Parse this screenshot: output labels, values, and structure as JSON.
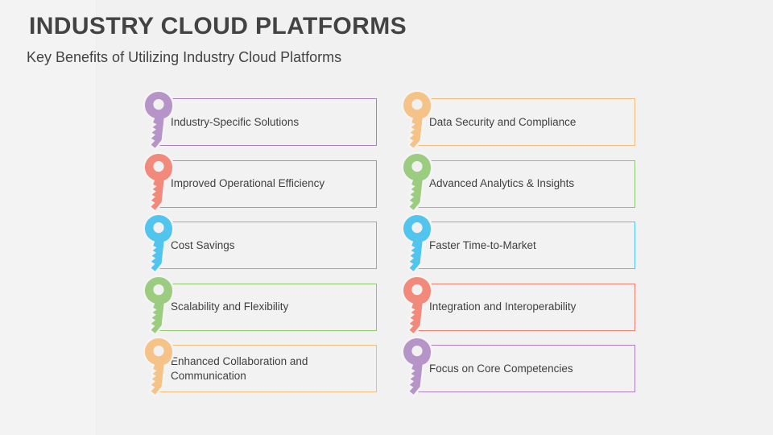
{
  "slide": {
    "title": "INDUSTRY CLOUD PLATFORMS",
    "subtitle": "Key Benefits of Utilizing Industry Cloud Platforms",
    "background_color": "#f1f1f1",
    "title_color": "#434343",
    "subtitle_color": "#434343"
  },
  "palette": {
    "purple": "#b794c8",
    "salmon": "#f18a7a",
    "sky_blue": "#52c5ee",
    "green": "#9ccc7f",
    "orange": "#f5c387",
    "card_fill": "#f2f2f2"
  },
  "benefits": {
    "left_column": [
      {
        "label": "Industry-Specific Solutions",
        "icon": "key-icon",
        "color": "#b794c8",
        "border_color": "#a87fbe"
      },
      {
        "label": "Improved Operational Efficiency",
        "icon": "key-icon",
        "color": "#f18a7a",
        "border_color": "#e8806f"
      },
      {
        "label": "Cost Savings",
        "icon": "key-icon",
        "color": "#52c5ee",
        "border_color": "#4fc3ec"
      },
      {
        "label": "Scalability and Flexibility",
        "icon": "key-icon",
        "color": "#9ccc7f",
        "border_color": "#8fc470"
      },
      {
        "label": "Enhanced Collaboration and Communication",
        "icon": "key-icon",
        "color": "#f5c387",
        "border_color": "#f0bb7c"
      }
    ],
    "right_column": [
      {
        "label": "Data Security and Compliance",
        "icon": "key-icon",
        "color": "#f5c387",
        "border_color": "#f0bb7c"
      },
      {
        "label": "Advanced Analytics & Insights",
        "icon": "key-icon",
        "color": "#9ccc7f",
        "border_color": "#8fc470"
      },
      {
        "label": "Faster Time-to-Market",
        "icon": "key-icon",
        "color": "#52c5ee",
        "border_color": "#4fc3ec"
      },
      {
        "label": "Integration and Interoperability",
        "icon": "key-icon",
        "color": "#f18a7a",
        "border_color": "#e8806f"
      },
      {
        "label": "Focus on Core Competencies",
        "icon": "key-icon",
        "color": "#b794c8",
        "border_color": "#a87fbe"
      }
    ]
  }
}
